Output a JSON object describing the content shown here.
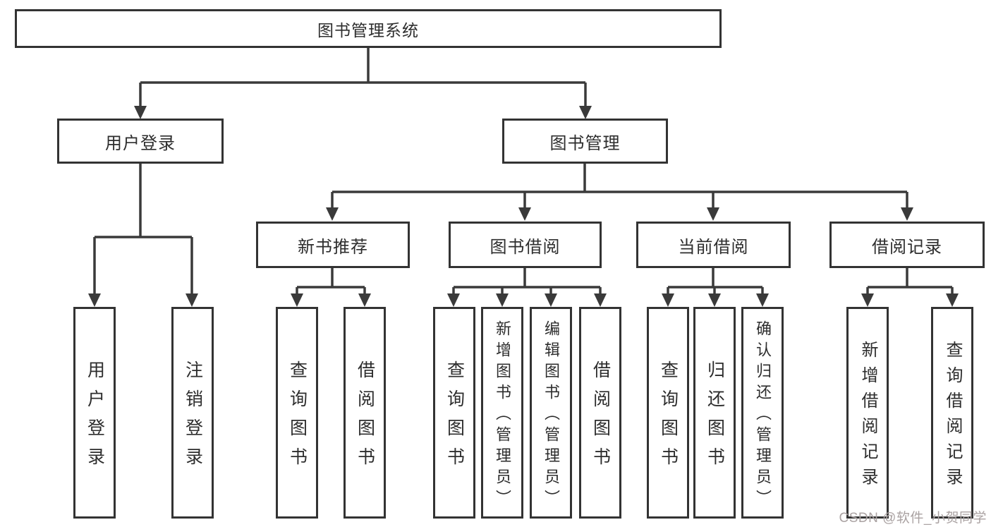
{
  "diagram": {
    "tree": {
      "label": "图书管理系统",
      "children": [
        {
          "label": "用户登录",
          "children": [
            {
              "label": "用户登录"
            },
            {
              "label": "注销登录"
            }
          ]
        },
        {
          "label": "图书管理",
          "children": [
            {
              "label": "新书推荐",
              "children": [
                {
                  "label": "查询图书"
                },
                {
                  "label": "借阅图书"
                }
              ]
            },
            {
              "label": "图书借阅",
              "children": [
                {
                  "label": "查询图书"
                },
                {
                  "label": "新增图书（管理员）"
                },
                {
                  "label": "编辑图书（管理员）"
                },
                {
                  "label": "借阅图书"
                }
              ]
            },
            {
              "label": "当前借阅",
              "children": [
                {
                  "label": "查询图书"
                },
                {
                  "label": "归还图书"
                },
                {
                  "label": "确认归还（管理员）"
                }
              ]
            },
            {
              "label": "借阅记录",
              "children": [
                {
                  "label": "新增借阅记录"
                },
                {
                  "label": "查询借阅记录"
                }
              ]
            }
          ]
        }
      ]
    },
    "colors": {
      "line": "#3a3a3a",
      "box_border": "#333333",
      "text": "#2d2d2d",
      "background": "#ffffff",
      "watermark": "#aaa2a2"
    }
  },
  "watermark": {
    "text": "CSDN @软件_小贺同学"
  }
}
